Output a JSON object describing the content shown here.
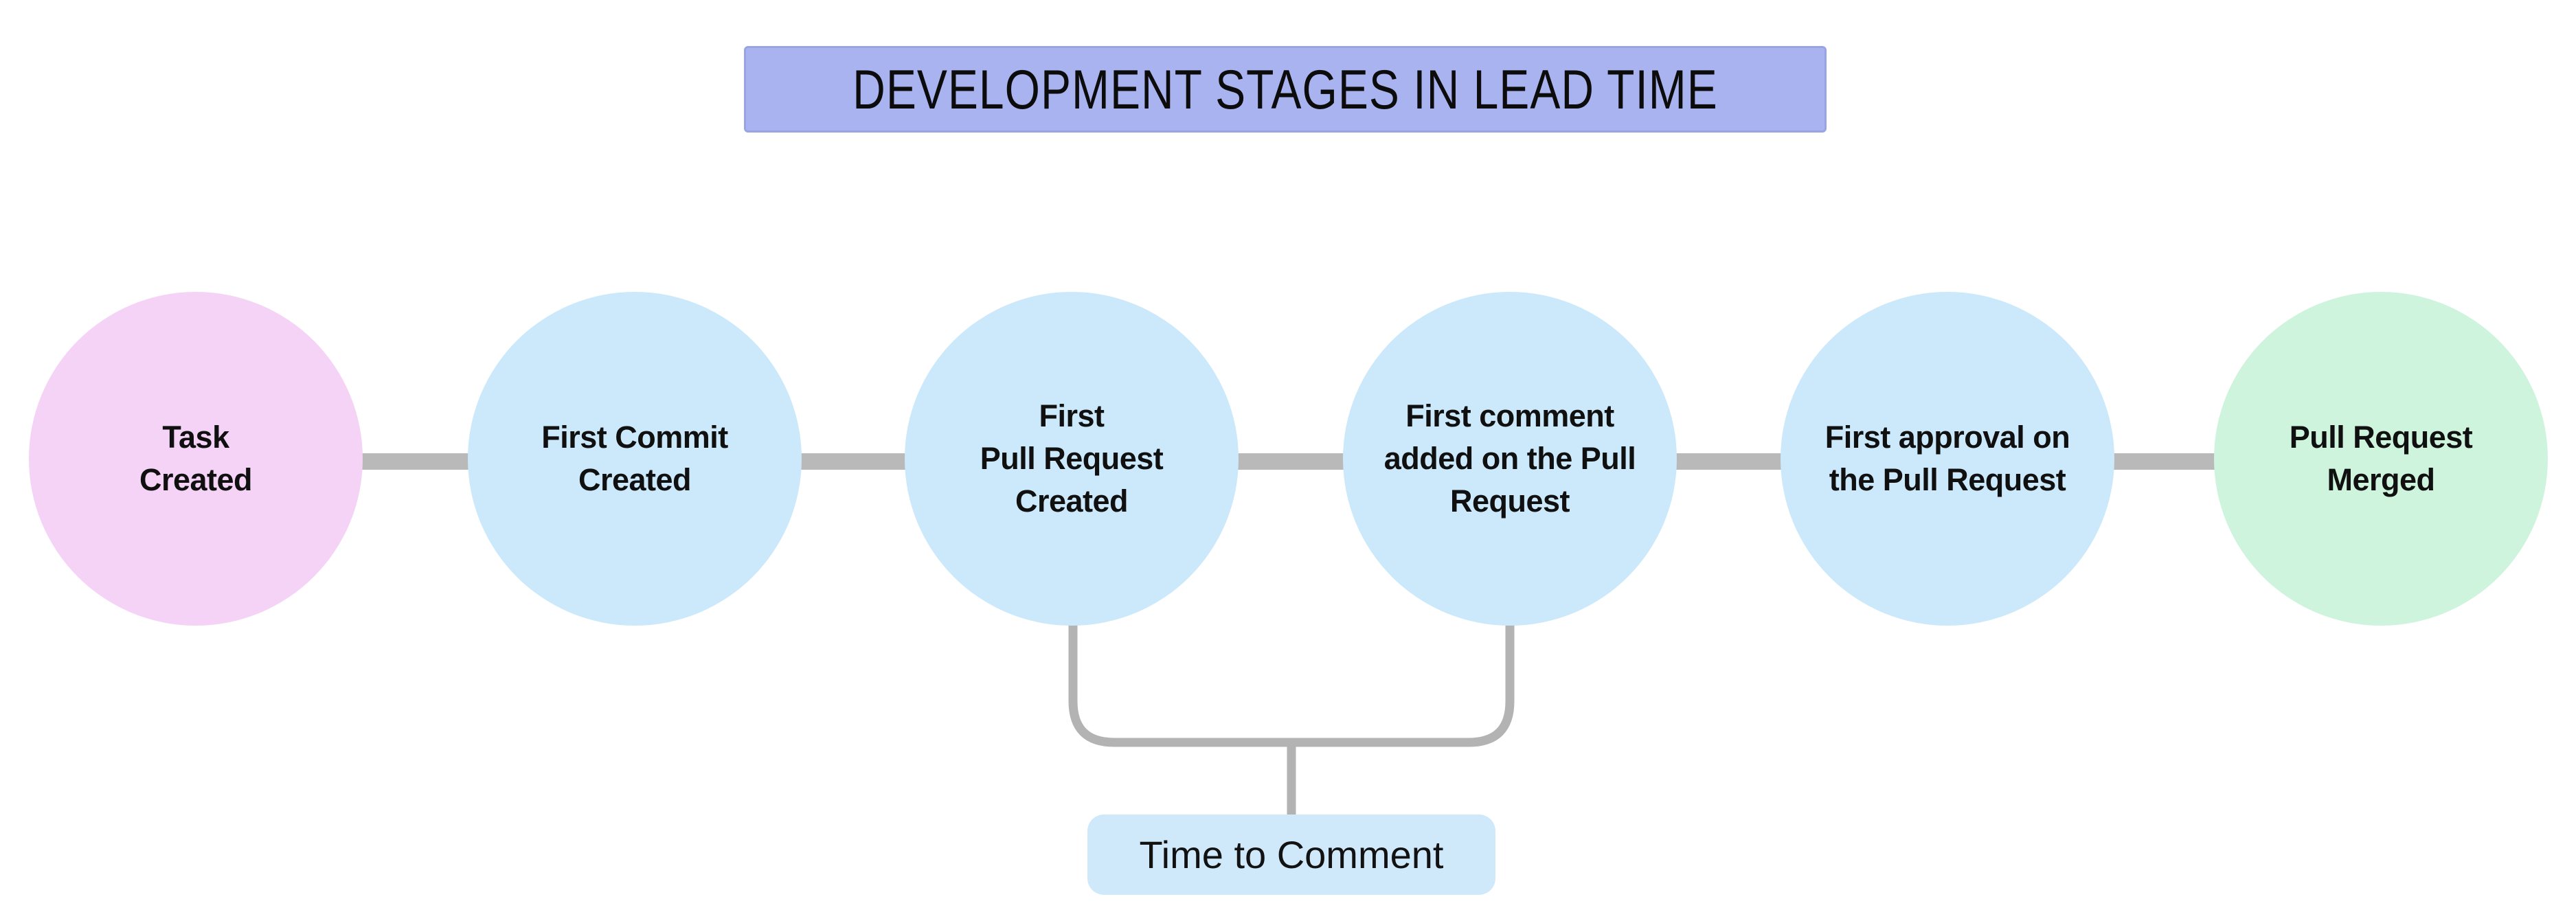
{
  "title": "DEVELOPMENT STAGES IN LEAD TIME",
  "colors": {
    "title_bg": "#a9b3ef",
    "connector": "#b9b9b9",
    "bracket": "#b3b3b3",
    "annotation_bg": "#cfe9fa",
    "stage_start": "#f5d3f7",
    "stage_middle": "#cbe9fb",
    "stage_end": "#cff4de"
  },
  "stages": [
    {
      "label": "Task\nCreated",
      "color": "#f5d3f7"
    },
    {
      "label": "First Commit\nCreated",
      "color": "#cbe9fb"
    },
    {
      "label": "First\nPull Request\nCreated",
      "color": "#cbe9fb"
    },
    {
      "label": "First comment\nadded on the Pull\nRequest",
      "color": "#cbe9fb"
    },
    {
      "label": "First approval on\nthe Pull Request",
      "color": "#cbe9fb"
    },
    {
      "label": "Pull Request\nMerged",
      "color": "#cff4de"
    }
  ],
  "annotation": {
    "label": "Time to Comment"
  }
}
